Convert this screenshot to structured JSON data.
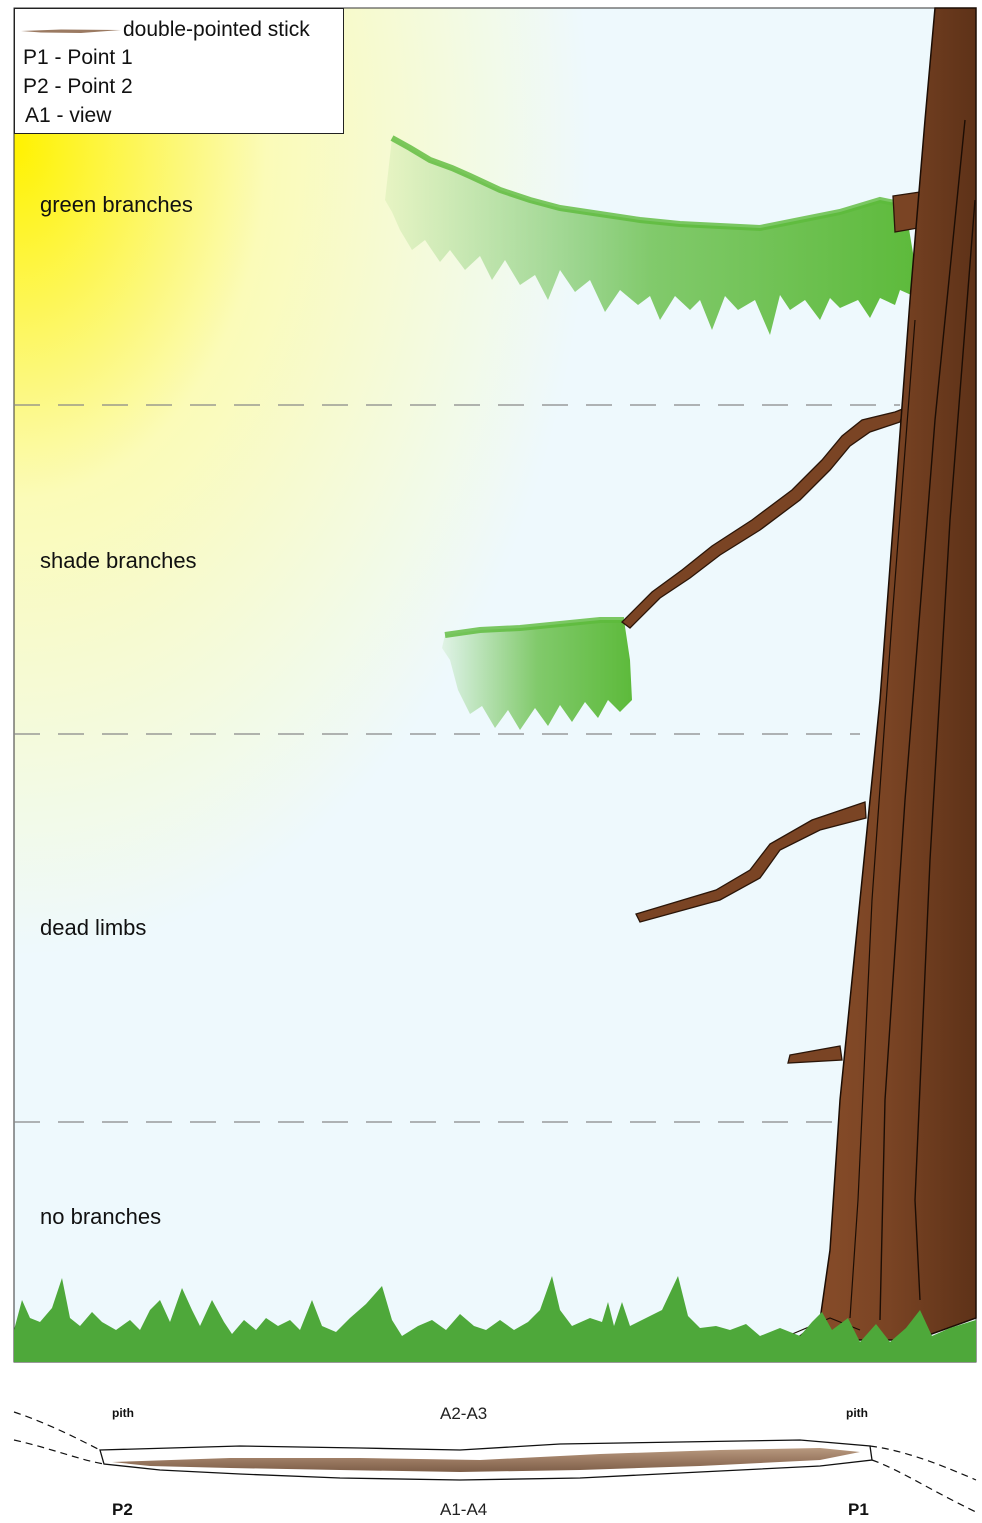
{
  "legend": {
    "stick": "double-pointed stick",
    "p1": "P1 - Point 1",
    "p2": "P2 - Point 2",
    "a1": "A1 - view"
  },
  "zones": {
    "green": "green branches",
    "shade": "shade branches",
    "dead": "dead limbs",
    "none": "no branches"
  },
  "stick": {
    "pith_left": "pith",
    "pith_right": "pith",
    "top_view": "A2-A3",
    "bottom_view": "A1-A4",
    "left_point": "P2",
    "right_point": "P1"
  },
  "colors": {
    "sky": "#eef9fd",
    "sun": "#fff200",
    "trunk": "#7a4424",
    "trunk_dark": "#5e3218",
    "foliage": "#5dba3b",
    "grass": "#4ea83a",
    "stick": "#9b7a62"
  },
  "icons": {
    "stick_swatch": "wooden-stick-icon",
    "tree": "tree-trunk-icon"
  }
}
